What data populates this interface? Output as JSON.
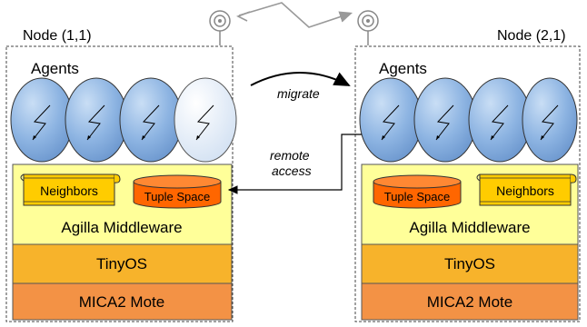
{
  "nodes": [
    {
      "title": "Node (1,1)",
      "agents_label": "Agents",
      "neighbors_label": "Neighbors",
      "tuple_space_label": "Tuple Space",
      "middleware_label": "Agilla Middleware",
      "os_label": "TinyOS",
      "hardware_label": "MICA2 Mote"
    },
    {
      "title": "Node (2,1)",
      "agents_label": "Agents",
      "neighbors_label": "Neighbors",
      "tuple_space_label": "Tuple Space",
      "middleware_label": "Agilla Middleware",
      "os_label": "TinyOS",
      "hardware_label": "MICA2 Mote"
    }
  ],
  "edges": {
    "migrate_label": "migrate",
    "remote_access_line1": "remote",
    "remote_access_line2": "access"
  },
  "colors": {
    "agent_fill": "#8db4e2",
    "agent_fill_light": "#dde8f5",
    "middleware": "#ffff99",
    "tinyos": "#f7b32b",
    "mote": "#f39245",
    "tuple_space": "#ff6600",
    "neighbors": "#ffcc00",
    "wireless": "#a0a0a0"
  },
  "icons": [
    "antenna-icon",
    "wireless-link-icon",
    "lightning-icon",
    "scroll-icon",
    "cylinder-icon"
  ]
}
